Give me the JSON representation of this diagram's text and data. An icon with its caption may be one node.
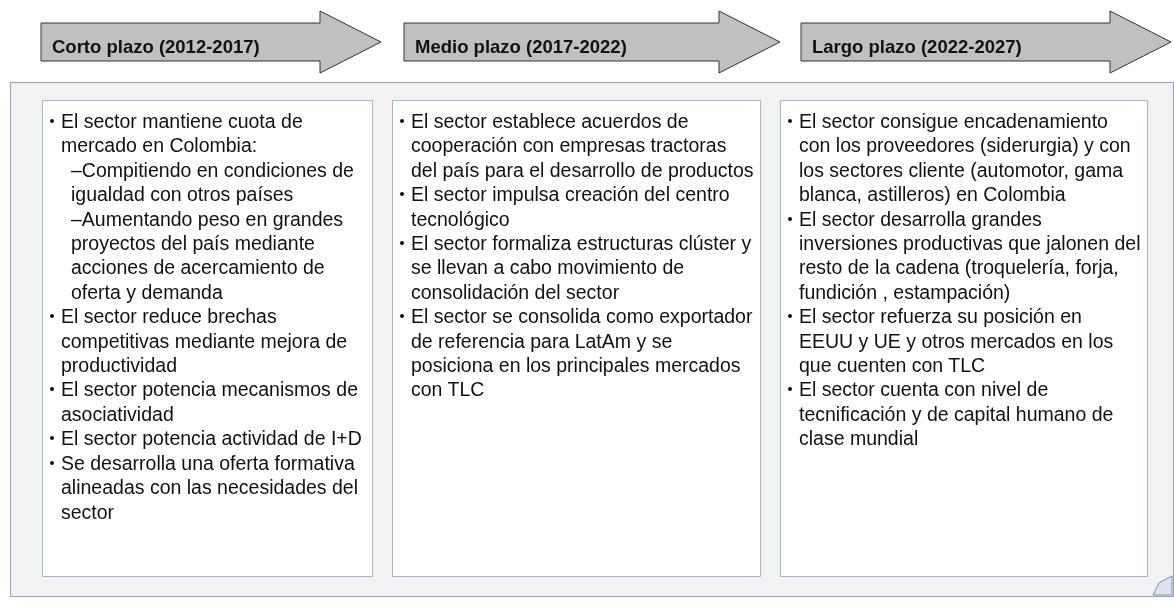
{
  "diagram": {
    "nodes": [
      {
        "text": [],
        "shape": "box"
      },
      {
        "text": [
          "Corto plazo (2012-2017)"
        ]
      },
      {
        "text": [
          "Medio plazo (2017-2022)"
        ]
      },
      {
        "text": [
          "Largo plazo (2022-2027)"
        ]
      },
      {
        "text": [
          "El sector mantiene cuota de mercado en Colombia:",
          "–Compitiendo en condiciones de igualdad con otros países",
          "–Aumentando peso en grandes proyectos del país mediante acciones de acercamiento de oferta y demanda",
          "El sector reduce brechas competitivas mediante mejora de productividad",
          "El sector potencia mecanismos de asociatividad",
          "El sector potencia actividad de I+D",
          "Se desarrolla una oferta formativa alineadas con las necesidades del sector"
        ],
        "in": 0
      },
      {
        "text": [
          "El sector establece acuerdos de cooperación con empresas tractoras del país para el desarrollo de productos",
          "El sector  impulsa creación del centro tecnológico",
          "El sector formaliza estructuras clúster y se llevan a cabo movimiento de consolidación del sector",
          "El sector se consolida como exportador de referencia para LatAm y se posiciona en los principales mercados con TLC"
        ],
        "in": 0
      },
      {
        "text": [
          "El sector consigue encadenamiento con los proveedores (siderurgia) y con los sectores cliente (automotor, gama blanca, astilleros) en Colombia",
          "El sector desarrolla grandes inversiones productivas que jalonen del resto de la cadena  (troquelería, forja, fundición , estampación)",
          "El sector refuerza su posición en EEUU y UE y otros mercados en los que cuenten con TLC",
          "El sector cuenta con nivel de tecnificación y de capital humano de clase mundial"
        ],
        "in": 0
      }
    ]
  }
}
